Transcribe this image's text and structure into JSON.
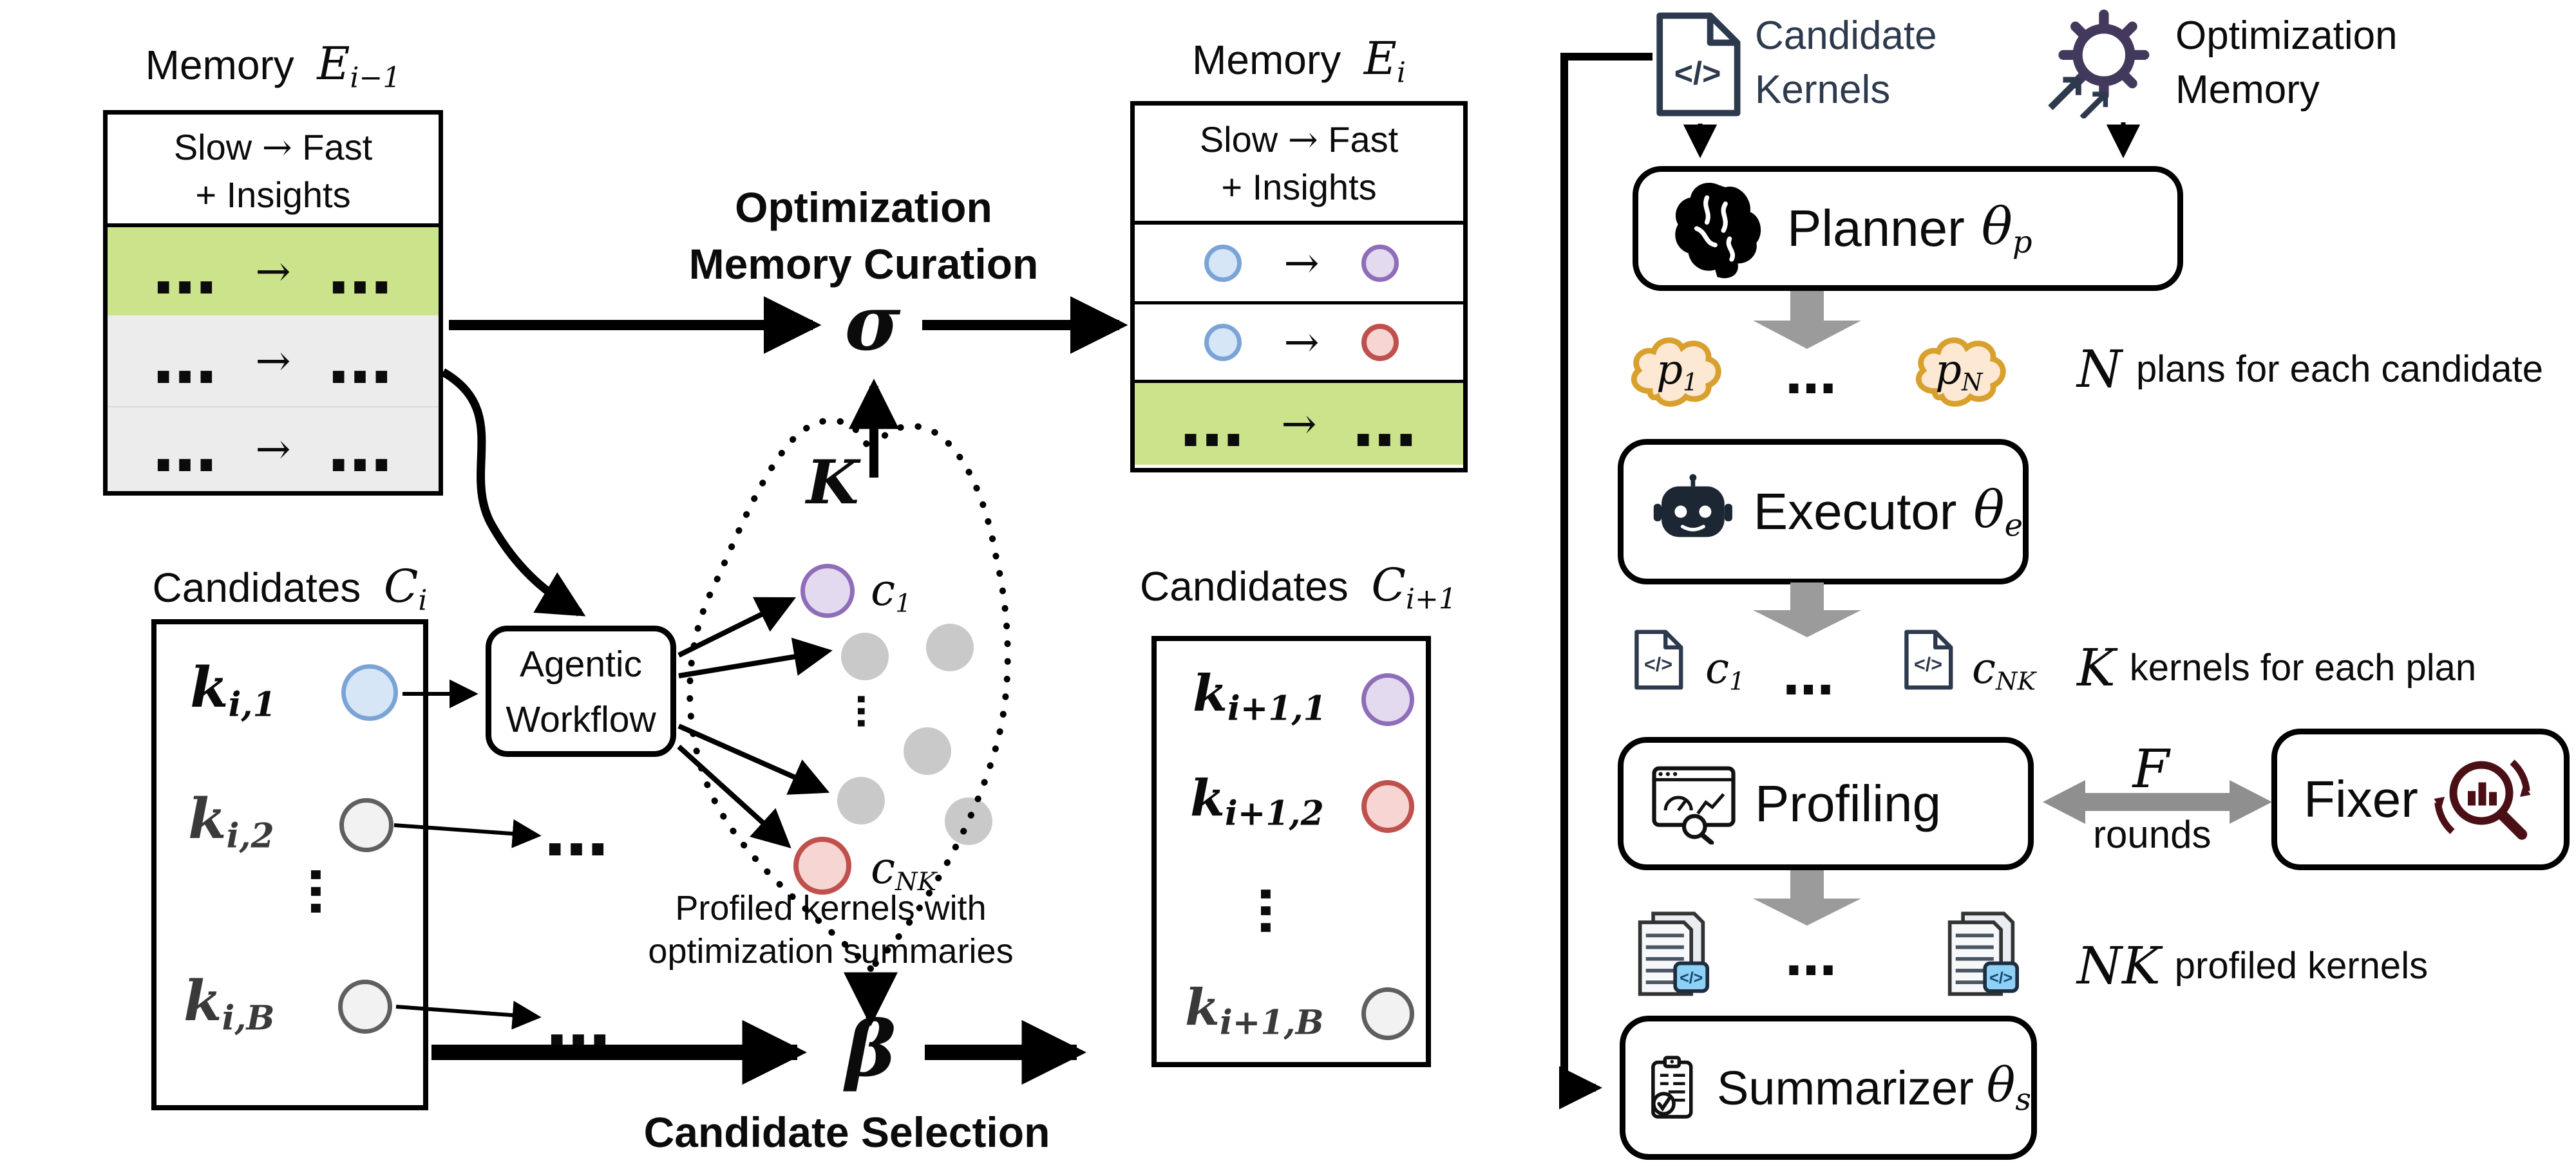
{
  "colors": {
    "highlight_green": "#cbe38b",
    "row_gray": "#ececec",
    "blue_fill": "#d7e6f6",
    "blue_border": "#7ba4d6",
    "purple_fill": "#e3daf0",
    "purple_border": "#8f6db8",
    "red_fill": "#f6d5d2",
    "red_border": "#c0504d",
    "neutral_fill": "#f2f2f2",
    "neutral_border": "#5f5f5f",
    "cloud_node_gray": "#c9c9c9",
    "plan_cloud_fill": "#fce8d3",
    "plan_cloud_border": "#d8a02c",
    "icon_navy": "#2d3a4d",
    "gear_purple": "#43395c",
    "fixer_maroon": "#4a1016",
    "doc_badge_blue": "#8fd0f5",
    "thick_arrow_gray": "#9b9b9b"
  },
  "glyphs": {
    "ldots": "…",
    "arrow": "→",
    "code_tag": "</>",
    "gear_arrow": "↗"
  },
  "memory_prev": {
    "title": "Memory",
    "symbol": "E",
    "symbol_sub": "i−1",
    "header_slow": "Slow",
    "header_arrow": "→",
    "header_fast": "Fast",
    "header_plus": "+ Insights"
  },
  "memory_next": {
    "title": "Memory",
    "symbol": "E",
    "symbol_sub": "i",
    "header_slow": "Slow",
    "header_arrow": "→",
    "header_fast": "Fast",
    "header_plus": "+ Insights"
  },
  "curation": {
    "line1": "Optimization",
    "line2": "Memory Curation",
    "operator": "σ"
  },
  "selection": {
    "label": "Candidate Selection",
    "operator": "β"
  },
  "workflow": {
    "line1": "Agentic",
    "line2": "Workflow"
  },
  "cloud": {
    "symbol": "K",
    "c1": "c",
    "c1_sub": "1",
    "cnk": "c",
    "cnk_sub": "NK",
    "caption_line1": "Profiled kernels with",
    "caption_line2": "optimization summaries"
  },
  "candidates_i": {
    "title": "Candidates",
    "symbol": "C",
    "symbol_sub": "i",
    "k1": "k",
    "k1_sub": "i,1",
    "k2": "k",
    "k2_sub": "i,2",
    "kb": "k",
    "kb_sub": "i,B"
  },
  "candidates_next": {
    "title": "Candidates",
    "symbol": "C",
    "symbol_sub": "i+1",
    "k1": "k",
    "k1_sub": "i+1,1",
    "k2": "k",
    "k2_sub": "i+1,2",
    "kb": "k",
    "kb_sub": "i+1,B"
  },
  "pipeline": {
    "candidate_kernels_line1": "Candidate",
    "candidate_kernels_line2": "Kernels",
    "optimization_memory_line1": "Optimization",
    "optimization_memory_line2": "Memory",
    "planner": {
      "label": "Planner",
      "theta": "θ",
      "sub": "p"
    },
    "plans": {
      "p1": "p",
      "p1_sub": "1",
      "pn": "p",
      "pn_sub": "N",
      "note_symbol": "N",
      "note_text": "plans for each candidate"
    },
    "executor": {
      "label": "Executor",
      "theta": "θ",
      "sub": "e"
    },
    "kernels": {
      "c1": "c",
      "c1_sub": "1",
      "cnk": "c",
      "cnk_sub": "NK",
      "note_symbol": "K",
      "note_text": "kernels for each plan"
    },
    "profiling": {
      "label": "Profiling"
    },
    "fixer": {
      "label": "Fixer",
      "f_symbol": "F",
      "f_text": "rounds"
    },
    "profiled": {
      "note_symbol": "NK",
      "note_text": "profiled kernels"
    },
    "summarizer": {
      "label": "Summarizer",
      "theta": "θ",
      "sub": "s"
    }
  }
}
